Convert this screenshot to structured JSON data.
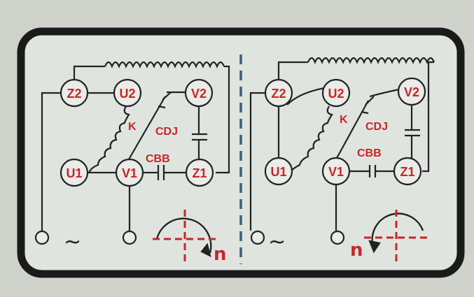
{
  "left_panel": {
    "terminals": {
      "z2": "Z2",
      "u2": "U2",
      "v2": "V2",
      "u1": "U1",
      "v1": "V1",
      "z1": "Z1"
    },
    "components": {
      "switch": "K",
      "cdj": "CDJ",
      "cbb": "CBB"
    },
    "ac_symbol": "~",
    "direction_label": "n"
  },
  "right_panel": {
    "terminals": {
      "z2": "Z2",
      "u2": "U2",
      "v2": "V2",
      "u1": "U1",
      "v1": "V1",
      "z1": "Z1"
    },
    "components": {
      "switch": "K",
      "cdj": "CDJ",
      "cbb": "CBB"
    },
    "ac_symbol": "~",
    "direction_label": "n"
  },
  "colors": {
    "background": "#cfd3cc",
    "plate": "#dfe4df",
    "border": "#1a1a1a",
    "wire": "#222222",
    "label_red": "#c8252a",
    "divider": "#3b5f7a"
  }
}
